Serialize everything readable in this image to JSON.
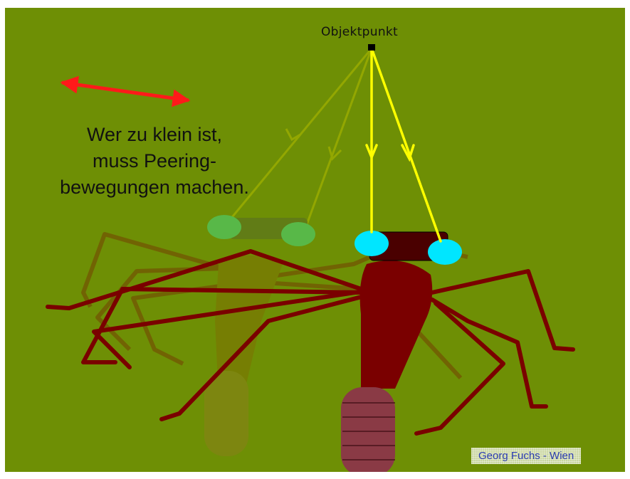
{
  "labels": {
    "object_point": "Objektpunkt",
    "caption_lines": [
      "Wer zu klein ist,",
      "muss Peering-",
      "bewegungen machen."
    ],
    "credit": "Georg Fuchs - Wien"
  },
  "colors": {
    "background": "#6e8f05",
    "motion_arrow": "#ff1a1a",
    "sight_line": "#ffff00",
    "eye": "#00e6ff",
    "ghost_eye": "#58b848",
    "body": "#7a0000",
    "legs": "#7a0000"
  }
}
